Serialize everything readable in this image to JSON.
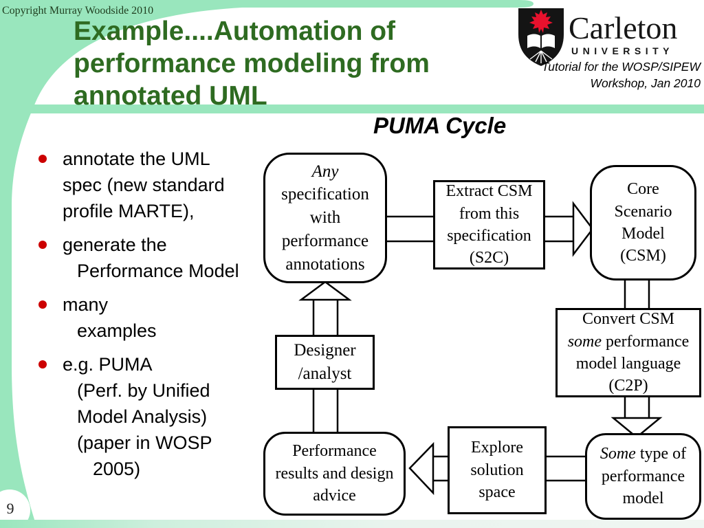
{
  "slide": {
    "copyright": "Copyright Murray Woodside 2010",
    "page_number": "9"
  },
  "header": {
    "title": "Example....Automation of performance modeling from annotated UML",
    "logo": {
      "shield_icon": "carleton-shield-icon",
      "wordmark": "Carleton",
      "subtext": "UNIVERSITY"
    },
    "event": {
      "line1": "Tutorial for the WOSP/SIPEW",
      "line2": "Workshop, Jan 2010"
    }
  },
  "colors": {
    "accent_green": "#99e6bd",
    "title_green": "#2e6b21",
    "bullet_red": "#cc0000",
    "leaf_red": "#e8112d"
  },
  "bullets": [
    {
      "lines": [
        "annotate the UML",
        "spec (new standard",
        "profile MARTE),"
      ]
    },
    {
      "lines": [
        "generate the",
        "Performance Model"
      ]
    },
    {
      "lines": [
        "many",
        "examples"
      ]
    },
    {
      "lines": [
        "e.g. PUMA",
        "(Perf. by Unified",
        "Model Analysis)",
        "(paper in WOSP",
        "2005)"
      ]
    }
  ],
  "diagram": {
    "title": "PUMA Cycle",
    "boxes": {
      "any_spec": {
        "l1": "Any",
        "l2": "specification",
        "l3": "with",
        "l4": "performance",
        "l5": "annotations"
      },
      "extract": {
        "l1": "Extract CSM",
        "l2": "from this",
        "l3": "specification",
        "l4": "(S2C)"
      },
      "core": {
        "l1": "Core",
        "l2": "Scenario",
        "l3": "Model",
        "l4": "(CSM)"
      },
      "convert": {
        "l1": "Convert CSM",
        "l2a": "some",
        "l2b": "performance",
        "l3": "model language",
        "l4": "(C2P)"
      },
      "some_type": {
        "l1a": "Some",
        "l1b": "type of",
        "l2": "performance",
        "l3": "model"
      },
      "explore": {
        "l1": "Explore",
        "l2": "solution",
        "l3": "space"
      },
      "results": {
        "l1": "Performance",
        "l2": "results and design",
        "l3": "advice"
      },
      "designer": {
        "l1": "Designer",
        "l2": "/analyst"
      }
    }
  }
}
